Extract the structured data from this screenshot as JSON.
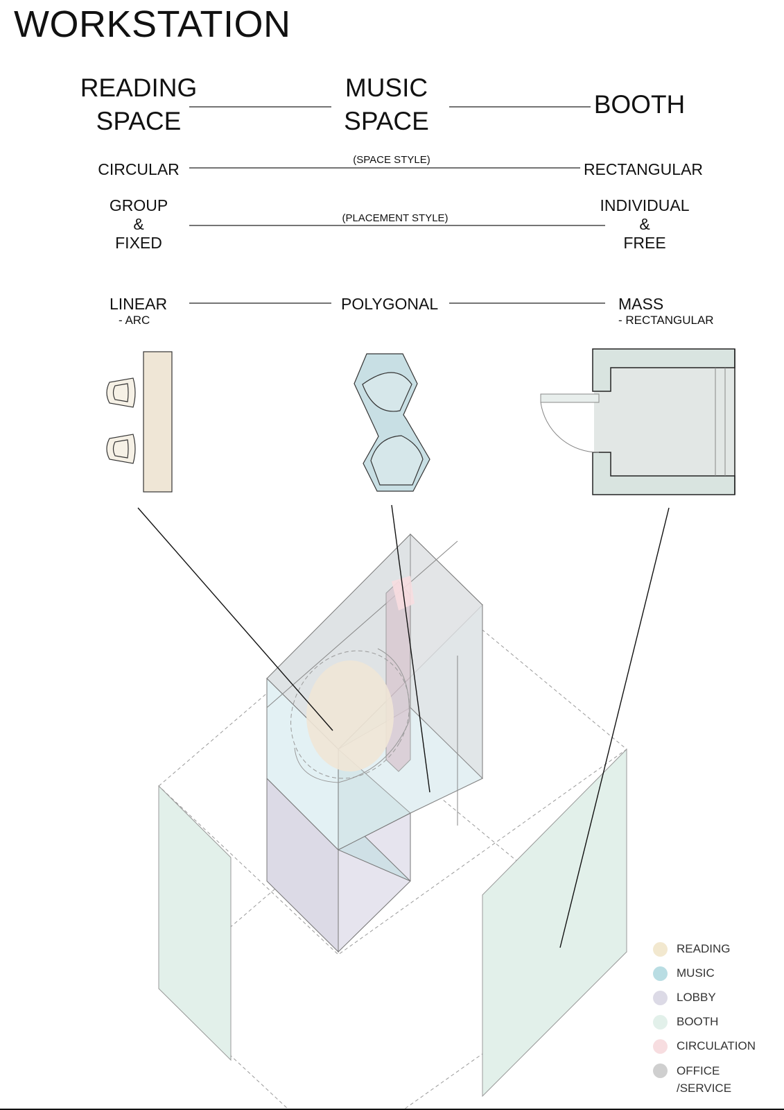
{
  "title": "WORKSTATION",
  "columns": {
    "left": {
      "title_line1": "READING",
      "title_line2": "SPACE"
    },
    "middle": {
      "title_line1": "MUSIC",
      "title_line2": "SPACE"
    },
    "right": {
      "title": "BOOTH"
    }
  },
  "space_style": {
    "caption": "(SPACE STYLE)",
    "left": "CIRCULAR",
    "right": "RECTANGULAR"
  },
  "placement_style": {
    "caption": "(PLACEMENT STYLE)",
    "left": [
      "GROUP",
      "&",
      "FIXED"
    ],
    "right": [
      "INDIVIDUAL",
      "&",
      "FREE"
    ]
  },
  "form": {
    "left": {
      "main": "LINEAR",
      "sub": "- ARC"
    },
    "middle": {
      "main": "POLYGONAL"
    },
    "right": {
      "main": "MASS",
      "sub": "- RECTANGULAR"
    }
  },
  "legend": [
    {
      "label": "READING",
      "color": "#f2e8cf"
    },
    {
      "label": "MUSIC",
      "color": "#b9dde3"
    },
    {
      "label": "LOBBY",
      "color": "#dcdae6"
    },
    {
      "label": "BOOTH",
      "color": "#e2f0ea"
    },
    {
      "label": "CIRCULATION",
      "color": "#f7dde0"
    },
    {
      "label": "OFFICE /SERVICE",
      "label_line1": "OFFICE",
      "label_line2": "/SERVICE",
      "color": "#cfcfcf"
    }
  ],
  "colors": {
    "reading": "#efe6d6",
    "music": "#d6e7ea",
    "booth": "#e6ecea",
    "line": "#222222"
  }
}
